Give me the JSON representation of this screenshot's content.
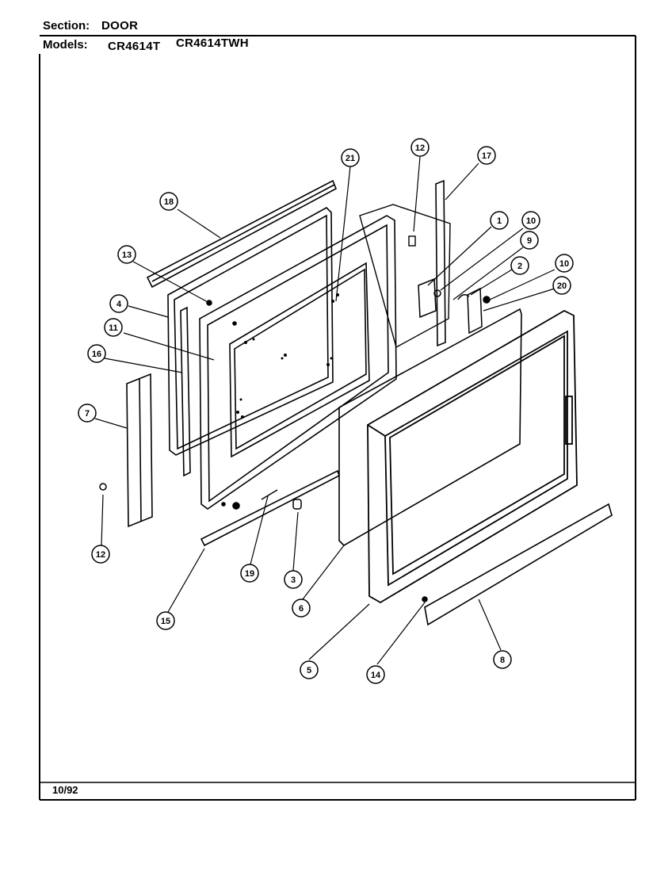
{
  "header": {
    "section_label": "Section:",
    "section_value": "DOOR",
    "models_label": "Models:",
    "model_1": "CR4614T",
    "model_2": "CR4614TWH"
  },
  "footer": {
    "date": "10/92"
  },
  "callouts": [
    {
      "id": "c21",
      "label": "21"
    },
    {
      "id": "c12a",
      "label": "12"
    },
    {
      "id": "c17",
      "label": "17"
    },
    {
      "id": "c18",
      "label": "18"
    },
    {
      "id": "c1",
      "label": "1"
    },
    {
      "id": "c10a",
      "label": "10"
    },
    {
      "id": "c9",
      "label": "9"
    },
    {
      "id": "c13",
      "label": "13"
    },
    {
      "id": "c2",
      "label": "2"
    },
    {
      "id": "c10b",
      "label": "10"
    },
    {
      "id": "c20",
      "label": "20"
    },
    {
      "id": "c4",
      "label": "4"
    },
    {
      "id": "c11",
      "label": "11"
    },
    {
      "id": "c16",
      "label": "16"
    },
    {
      "id": "c7",
      "label": "7"
    },
    {
      "id": "c12b",
      "label": "12"
    },
    {
      "id": "c19",
      "label": "19"
    },
    {
      "id": "c3",
      "label": "3"
    },
    {
      "id": "c15",
      "label": "15"
    },
    {
      "id": "c6",
      "label": "6"
    },
    {
      "id": "c5",
      "label": "5"
    },
    {
      "id": "c14",
      "label": "14"
    },
    {
      "id": "c8",
      "label": "8"
    }
  ]
}
